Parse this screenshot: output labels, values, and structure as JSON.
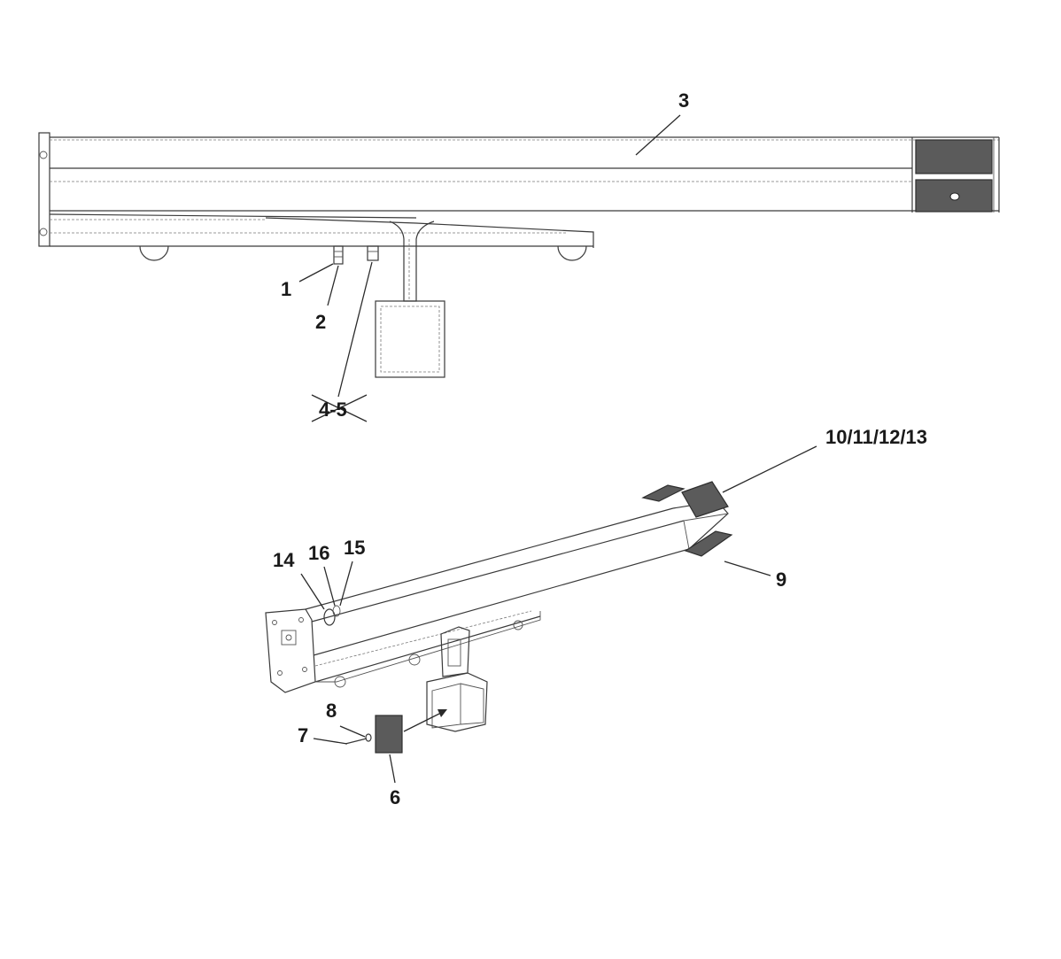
{
  "callouts": {
    "c1": "1",
    "c2": "2",
    "c3": "3",
    "c45": "4-5",
    "c6": "6",
    "c7": "7",
    "c8": "8",
    "c9": "9",
    "c10_13": "10/11/12/13",
    "c14": "14",
    "c15": "15",
    "c16": "16"
  },
  "colors": {
    "line": "#3a3a3a",
    "pad_fill": "#5b5b5b",
    "background": "#ffffff"
  }
}
